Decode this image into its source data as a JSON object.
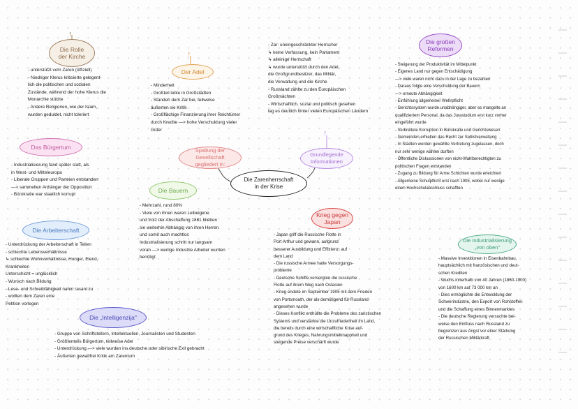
{
  "central_topic": {
    "label": "Die Zarenherrschaft\nin der Krise",
    "color": "#1e1e1e"
  },
  "nodes": {
    "kirche": {
      "title": "Die Rolle\nder Kirche",
      "color": "#a08060",
      "fill": "#f6efe6",
      "text": "- unterstützt vom Zaren (offiziell)\n- Niedriger Klerus kritisierte gelegent-\n  lich die politischen und sozialen\n  Zustände, während der hohe Klerus die\n  Monarchie stützte\n- Andere Religionen, wie der Islam,\n  wurden geduldet, nicht toleriert"
    },
    "adel": {
      "title": "Der Adel",
      "color": "#e0a050",
      "fill": "#fdf4e8",
      "text": "- Minderheit\n- Großteil lebte in Großstädten\n- Standen dem Zar bei, teilweise\n  äußerten sie Kritik\n- Großflächige Finanzierung ihrer Reichtümer\n  durch Kredite —> hohe Verschuldung vieler\n  Güter"
    },
    "grundlegende_info": {
      "title": "Grundlegende\nInformationen",
      "color": "#b890e0",
      "fill": "#f7f0fd",
      "text": "- Zar: uneingeschränkter Herrscher\n  ↳ keine Verfassung, kein Parlament\n  ↳ alleinige Herrschaft\n  ↳ wurde unterstützt durch den Adel,\n    die Großgrundbesitzer, das Militär,\n    die Verwaltung und die Kirche\n- Russland zählte zu den Europäischen\n  Großmächten\n- Wirtschaftlich, sozial und politisch gesehen\n  lag es deutlich hinter vielen Europäischen Ländern"
    },
    "reformen": {
      "title": "Die großen\nReformen",
      "color": "#9a4fc8",
      "fill": "#ecdcf8",
      "text": "- Steigerung der Produktivität im Mittelpunkt\n- Eigenes Land nur gegen Entschädigung\n  —> viele waren nicht dazu in der Lage zu bezahlen\n- Daraus folgte eine Verschuldung der Bauern\n  —> erneute Abhängigkeit\n- Einführung allgemeiner Wehrpflicht\n- Gerichtssystem wurde unabhängiger, aber es mangelte an\n  qualifiziertem Personal, da das Jurastudium erst kurz vorher\n  eingeführt wurde\n- Verbreitete Korruption in Bürokratie und Gerichtswesen\n- Gemeinden erhielten das Recht zur Selbstverwaltung\n- In Städten wurden gewählte Vertretung zugelassen, doch\n  nur sehr wenige wählen durften\n- Öffentliche Diskussionen von nicht-Wahlberechtigten zu\n  politischen Fragen entstanden\n- Zugang zu Bildung für Arme Schichten wurde erleichtert\n- Allgemeine Schulpflicht erst nach 1905, wobei nur wenige\n  einen Hochschulabschluss schafften"
    },
    "buergertum": {
      "title": "Das Bürgertum",
      "color": "#d070b0",
      "fill": "#fbe2f2",
      "text": "- Industrialisierung fand später statt, als\n  in West- und Mitteleuropa\n- Liberale Gruppen und Parteien entstanden\n  —> sammelten Anhänger der Opposition\n- Bürokratie war staatlich korrupt"
    },
    "spaltung": {
      "title": "Spaltung der Gesellschaft\ngegliedert in:",
      "color": "#e08888",
      "fill": "#fde8e8"
    },
    "bauern": {
      "title": "Die Bauern",
      "color": "#90c870",
      "fill": "#f0f9e8",
      "text": "- Mehrzahl, rund 80%\n- Viele von ihnen waren Leibeigene\n  und trotz der Abschaffung 1861 blieben\n  sie weiterhin Abhängig von ihren Herren\n  und somit auch machtlos\n  Industrialisierung schritt nur langsam\n  voran —> wenige Industrie Arbeiter wurden\n  benötigt"
    },
    "arbeiterschaft": {
      "title": "Die Arbeiterschaft",
      "color": "#6a9ad8",
      "fill": "#e2eefb",
      "text": "- Unterdrückung der Arbeiterschaft in Teilen\n- schlechte Lebensverhältnisse\n  ↳ schlechte Wohnverhältnisse, Hunger, Elend,\n    Krankheiten\n  Unterschicht = unglücklich\n- Wunsch nach Bildung\n- Lese- und Schreibfähigkeit nahm rasant zu\n- wollten dem Zaren eine\n  Petition vorlegen"
    },
    "intelligenzija": {
      "title": "Die „Intelligenzija\"",
      "color": "#5a58c8",
      "fill": "#dcdcf8",
      "text": "- Gruppe von Schriftstellern, Intellektuellen, Journalisten und Studenten\n- Größtenteils Bürgertum, teilweise Adel\n- Unterdrückung —> viele wurden ins deutsche oder sibirische Exil gebracht\n- Äußerten gewaltfrei Kritik am Zarentum"
    },
    "krieg_japan": {
      "title": "Krieg gegen\nJapan",
      "color": "#d84848",
      "fill": "#fbe0e0",
      "text": "- Japan griff die Russische Flotte in\n  Port Arthur und gewann, aufgrund\n  besserer Ausbildung und Effizienz, auf\n  dem Land\n- Die russische Armee hatte Versorgungs-\n  probleme\n- Deutsche Schiffe versorgten die russische\n  Flotte auf ihrem Weg nach Ostasien\n- Krieg endete im September 1905 mit dem Frieden\n  von Portsmouth, der als demütigend für Russland\n  angesehen wurde\n- Dieses Konflikt enthüllte die Probleme des zaristischen\n  Systems und verstärkte die Unzufriedenheit im Land,\n  die bereits durch eine wirtschaftliche Krise auf-\n  grund des Krieges, Nahrungsmittelknappheit und\n  steigende Preise verschärft wurde"
    },
    "industrialisierung": {
      "title": "Die Industrialisierung\n„von oben\"",
      "color": "#4aa888",
      "fill": "#e4f5ee",
      "text": "- Massive Investitionen in Eisenbahnbau,\n  hauptsächlich mit französischen und deut-\n  schen Krediten\n- Wuchs innerhalb von 40 Jahren (1860-1900)\n  von 1600 km auf 73 000 km an\n- Dies ermöglichte die Entwicklung der\n  Schwerindustrie, den Export von Rohstoffen\n  und die Schaffung eines Binnenmarktes\n- Die deutsche Regierung versuchte bei-\n  weise den Einfluss nach Russland zu\n  begrenzen aus Angst vor einer Stärkung\n  der Russischen Militärkraft"
    }
  },
  "icons": {
    "arrow": "↑"
  }
}
